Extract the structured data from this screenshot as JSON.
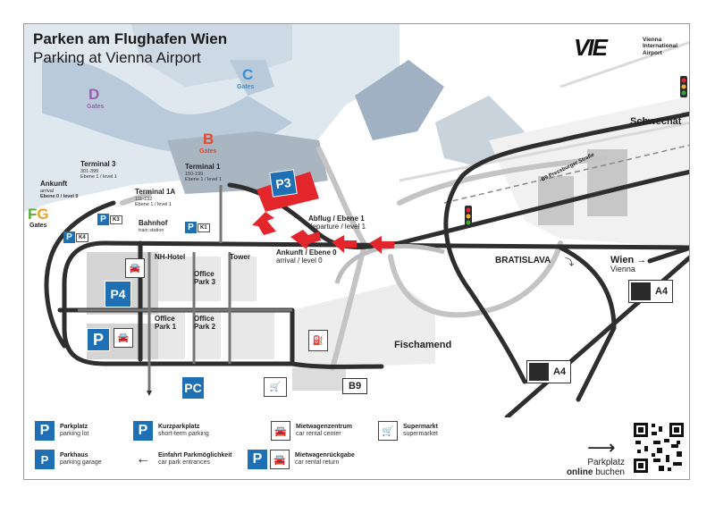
{
  "title": {
    "de": "Parken am Flughafen Wien",
    "en": "Parking at Vienna Airport"
  },
  "logo": {
    "mark": "VIE",
    "line1": "Vienna",
    "line2": "International",
    "line3": "Airport"
  },
  "gates": {
    "c": {
      "letter": "C",
      "sub": "Gates"
    },
    "d": {
      "letter": "D",
      "sub": "Gates"
    },
    "b": {
      "letter": "B",
      "sub": "Gates"
    },
    "fg": {
      "letter_f": "F",
      "letter_g": "G",
      "sub": "Gates"
    }
  },
  "colors": {
    "parking_blue": "#1f6fb5",
    "road": "#2e2e2e",
    "red_arrow": "#e2262b",
    "gate_c": "#3b8fd0",
    "gate_d": "#9b5fb0",
    "gate_b": "#e2492f",
    "gate_f": "#5aaa3c",
    "gate_g": "#f0a020"
  },
  "terminals": {
    "t3": {
      "name": "Terminal 3",
      "sub1": "301-399",
      "sub2": "Ebene 1 / level 1"
    },
    "t1": {
      "name": "Terminal 1",
      "sub1": "150-199",
      "sub2": "Ebene 1 / level 1"
    },
    "t1a": {
      "name": "Terminal 1A",
      "sub1": "111-132",
      "sub2": "Ebene 1 / level 1"
    },
    "arrival": {
      "name": "Ankunft",
      "sub1": "arrival",
      "sub2": "Ebene 0 / level 0"
    }
  },
  "places": {
    "bahnhof": "Bahnhof",
    "train_station": "train station",
    "nh_hotel": "NH-Hotel",
    "tower": "Tower",
    "office_park_3": [
      "Office",
      "Park 3"
    ],
    "office_park_1": [
      "Office",
      "Park 1"
    ],
    "office_park_2": [
      "Office",
      "Park 2"
    ],
    "schwechat": "Schwechat",
    "fischamend": "Fischamend",
    "bratislava": "BRATISLAVA",
    "wien": "Wien",
    "vienna": "Vienna",
    "b9_road": "B9 Pressburger Straße"
  },
  "levels": {
    "abflug": "Abflug / Ebene 1",
    "departure": "departure / level 1",
    "ankunft": "Ankunft / Ebene 0",
    "arrival": "arrival / level 0"
  },
  "parking": {
    "p3": "P3",
    "p4": "P4",
    "pc": "PC",
    "p_main": "P",
    "k1": "K1",
    "k3": "K3",
    "k4": "K4",
    "p_letter": "P"
  },
  "roads": {
    "a4_1": "A4",
    "a4_2": "A4",
    "b9": "B9"
  },
  "legend": {
    "parkplatz": {
      "de": "Parkplatz",
      "en": "parking lot"
    },
    "parkhaus": {
      "de": "Parkhaus",
      "en": "parking garage"
    },
    "kurzparkplatz": {
      "de": "Kurzparkplatz",
      "en": "short-term parking"
    },
    "einfahrt": {
      "de": "Einfahrt Parkmöglichkeit",
      "en": "car park entrances"
    },
    "mietwagenzentrum": {
      "de": "Mietwagenzentrum",
      "en": "car rental center"
    },
    "mietwagenrueckgabe": {
      "de": "Mietwagenrückgabe",
      "en": "car rental return"
    },
    "supermarkt": {
      "de": "Supermarkt",
      "en": "supermarket"
    },
    "online": {
      "line1": "Parkplatz",
      "line2a": "online",
      "line2b": "buchen"
    }
  },
  "icons": [
    "parking-icon",
    "parking-garage-icon",
    "short-term-parking-icon",
    "car-rental-icon",
    "car-return-icon",
    "supermarket-icon",
    "gas-station-icon",
    "traffic-light-icon",
    "motorway-icon",
    "qr-code-icon",
    "arrow-right-icon",
    "arrow-left-icon"
  ]
}
